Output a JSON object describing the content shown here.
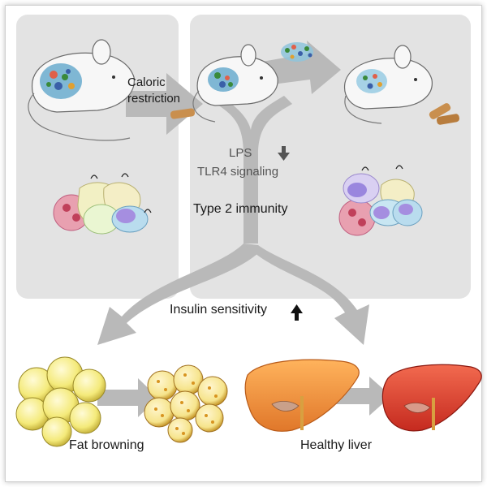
{
  "labels": {
    "caloric_line1": "Caloric",
    "caloric_line2": "restriction",
    "lps": "LPS",
    "tlr4": "TLR4 signaling",
    "type2": "Type 2 immunity",
    "insulin": "Insulin sensitivity",
    "fat": "Fat browning",
    "liver": "Healthy liver"
  },
  "indicators": {
    "lps_tlr4": "decrease",
    "insulin_sensitivity": "increase"
  },
  "colors": {
    "panel": "#e3e3e3",
    "arrow": "#b9b9b9",
    "indicator_down": "#555555",
    "indicator_up": "#111111"
  }
}
